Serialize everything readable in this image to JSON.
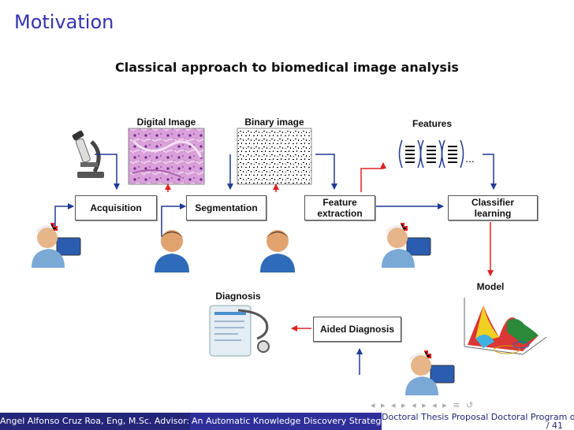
{
  "slide": {
    "title": "Motivation",
    "subtitle": "Classical approach to biomedical image analysis"
  },
  "diagram": {
    "labels": {
      "digital_image": "Digital Image",
      "binary_image": "Binary image",
      "features": "Features",
      "features_ellipsis": "...",
      "diagnosis": "Diagnosis",
      "model": "Model"
    },
    "boxes": {
      "acquisition": "Acquisition",
      "segmentation": "Segmentation",
      "feature_extraction_line1": "Feature",
      "feature_extraction_line2": "extraction",
      "classifier_learning_line1": "Classifier",
      "classifier_learning_line2": "learning",
      "aided_diagnosis": "Aided Diagnosis"
    },
    "colors": {
      "input_arrow": "#1f3a93",
      "output_arrow": "#e02020",
      "tissue": "#c878c8",
      "title": "#3333b3"
    },
    "icons": [
      "microscope-icon",
      "doctor-icon",
      "user-icon",
      "model-surface-icon",
      "clipboard-stethoscope-icon"
    ]
  },
  "footer": {
    "author": "Angel Alfonso Cruz Roa, Eng, M.Sc. Advisor:",
    "title": "An Automatic Knowledge Discovery Strategy",
    "right_line1": "Doctoral Thesis Proposal Doctoral Program o",
    "page": "/ 41"
  }
}
